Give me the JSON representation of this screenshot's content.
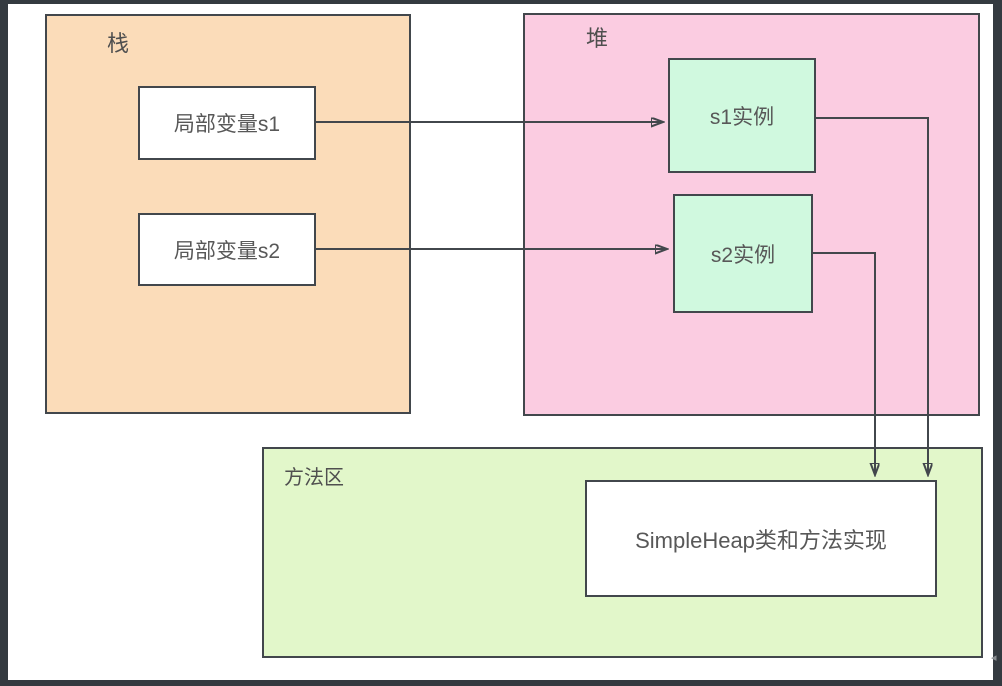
{
  "diagram": {
    "regions": {
      "stack": {
        "title": "栈",
        "fill": "#fbdcb9"
      },
      "heap": {
        "title": "堆",
        "fill": "#fbcce1"
      },
      "method_area": {
        "title": "方法区",
        "fill": "#e2f7ca"
      }
    },
    "nodes": {
      "s1_var": {
        "label": "局部变量s1",
        "fill": "#ffffff",
        "region": "stack"
      },
      "s2_var": {
        "label": "局部变量s2",
        "fill": "#ffffff",
        "region": "stack"
      },
      "s1_instance": {
        "label": "s1实例",
        "fill": "#d0f9df",
        "region": "heap"
      },
      "s2_instance": {
        "label": "s2实例",
        "fill": "#d0f9df",
        "region": "heap"
      },
      "simpleheap": {
        "label": "SimpleHeap类和方法实现",
        "fill": "#ffffff",
        "region": "method_area"
      }
    },
    "edges": [
      {
        "from": "局部变量s1",
        "to": "s1实例"
      },
      {
        "from": "局部变量s2",
        "to": "s2实例"
      },
      {
        "from": "s1实例",
        "to": "SimpleHeap类和方法实现"
      },
      {
        "from": "s2实例",
        "to": "SimpleHeap类和方法实现"
      }
    ],
    "colors": {
      "frame": "#343a40",
      "canvas": "#ffffff",
      "border": "#42474c",
      "text": "#585858",
      "artifact": "#8a8e92"
    },
    "artifact_glyph": "◂"
  }
}
